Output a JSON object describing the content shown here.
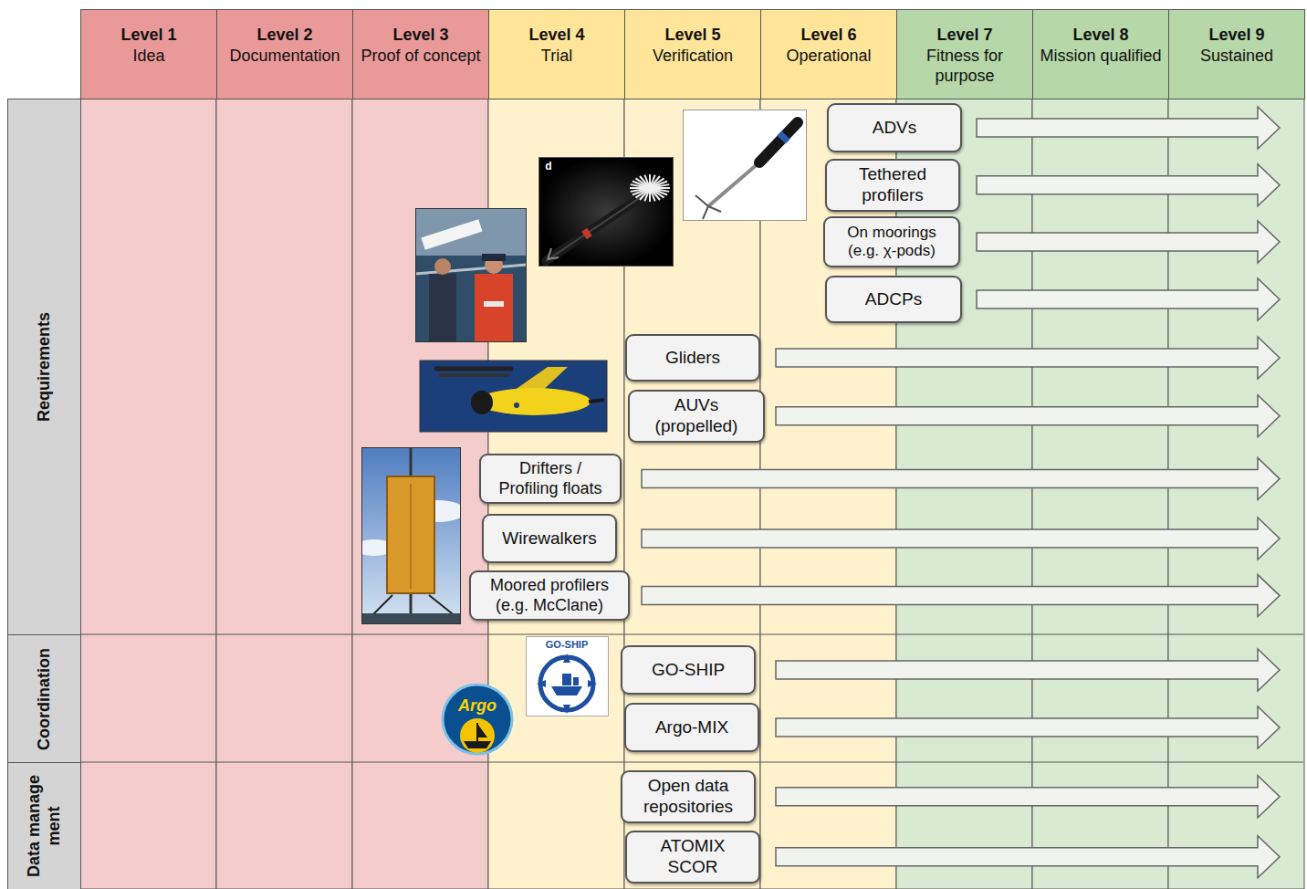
{
  "diagram": {
    "nodes": [
      {
        "text": [
          "Level 1",
          "Idea"
        ]
      },
      {
        "text": [
          "Level 2",
          "Documentation"
        ]
      },
      {
        "text": [
          "Level 3",
          "Proof of concept"
        ]
      },
      {
        "text": [
          "Level 4",
          "Trial"
        ]
      },
      {
        "text": [
          "Level 5",
          "Verification"
        ]
      },
      {
        "text": [
          "Level 6",
          "Operational"
        ]
      },
      {
        "text": [
          "Level 7",
          "Fitness for purpose"
        ]
      },
      {
        "text": [
          "Level 8",
          "Mission qualified"
        ]
      },
      {
        "text": [
          "Level 9",
          "Sustained"
        ]
      },
      {
        "text": [
          "Requirements"
        ]
      },
      {
        "text": [
          "Coordination"
        ]
      },
      {
        "text": [
          "Data manage ment"
        ]
      },
      {
        "text": [
          "ADVs"
        ]
      },
      {
        "text": [
          "Tethered profilers"
        ]
      },
      {
        "text": [
          "On moorings (e.g. χ-pods)"
        ]
      },
      {
        "text": [
          "ADCPs"
        ]
      },
      {
        "text": [
          "Gliders"
        ]
      },
      {
        "text": [
          "AUVs (propelled)"
        ]
      },
      {
        "text": [
          "Drifters / Profiling floats"
        ]
      },
      {
        "text": [
          "Wirewalkers"
        ]
      },
      {
        "text": [
          "Moored profilers (e.g. McClane)"
        ]
      },
      {
        "text": [
          "GO-SHIP"
        ]
      },
      {
        "text": [
          "Argo-MIX"
        ]
      },
      {
        "text": [
          "Open data repositories"
        ]
      },
      {
        "text": [
          "ATOMIX SCOR"
        ]
      }
    ],
    "labels": [
      "d",
      "Argo",
      "GO-SHIP"
    ]
  }
}
